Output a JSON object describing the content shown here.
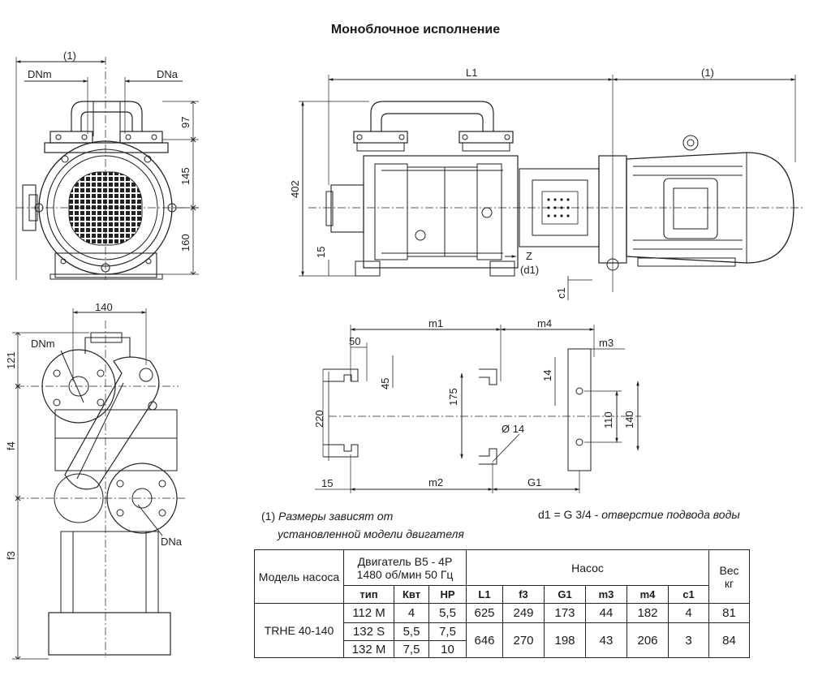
{
  "title": "Моноблочное исполнение",
  "dim_labels": {
    "front": {
      "one": "(1)",
      "dnm": "DNm",
      "dna": "DNa",
      "h97": "97",
      "h145": "145",
      "h160": "160"
    },
    "side": {
      "l1": "L1",
      "one": "(1)",
      "h402": "402",
      "h15": "15",
      "z": "Z",
      "d1": "(d1)",
      "c1": "c1"
    },
    "bottom": {
      "w140": "140",
      "h121": "121",
      "f4": "f4",
      "f3": "f3",
      "dnm": "DNm",
      "dna": "DNa"
    },
    "base": {
      "m1": "m1",
      "m4": "m4",
      "m3": "m3",
      "m2": "m2",
      "g1": "G1",
      "w50": "50",
      "h45": "45",
      "h175": "175",
      "h220": "220",
      "w15": "15",
      "h14": "14",
      "h110": "110",
      "h140": "140",
      "dia14": "Ø 14"
    }
  },
  "notes": {
    "note1_marker": "(1)",
    "note1_line1": "Размеры зависят от",
    "note1_line2": "установленной модели двигателя",
    "d1_note_prefix": "d1 = G 3/4 -",
    "d1_note_text": "отверстие подвода воды"
  },
  "table": {
    "model_label": "Модель насоса",
    "motor_label_line1": "Двигатель B5 - 4P",
    "motor_label_line2": "1480 об/мин 50 Гц",
    "pump_label": "Насос",
    "weight_label_line1": "Вес",
    "weight_label_line2": "кг",
    "columns": [
      "тип",
      "Квт",
      "HP",
      "L1",
      "f3",
      "G1",
      "m3",
      "m4",
      "c1"
    ],
    "model": "TRHE 40-140",
    "rows": [
      {
        "type": "112 M",
        "kw": "4",
        "hp": "5,5"
      },
      {
        "type": "132 S",
        "kw": "5,5",
        "hp": "7,5"
      },
      {
        "type": "132 M",
        "kw": "7,5",
        "hp": "10"
      }
    ],
    "groups": [
      {
        "L1": "625",
        "f3": "249",
        "G1": "173",
        "m3": "44",
        "m4": "182",
        "c1": "4",
        "weight": "81"
      },
      {
        "L1": "646",
        "f3": "270",
        "G1": "198",
        "m3": "43",
        "m4": "206",
        "c1": "3",
        "weight": "84"
      }
    ]
  }
}
